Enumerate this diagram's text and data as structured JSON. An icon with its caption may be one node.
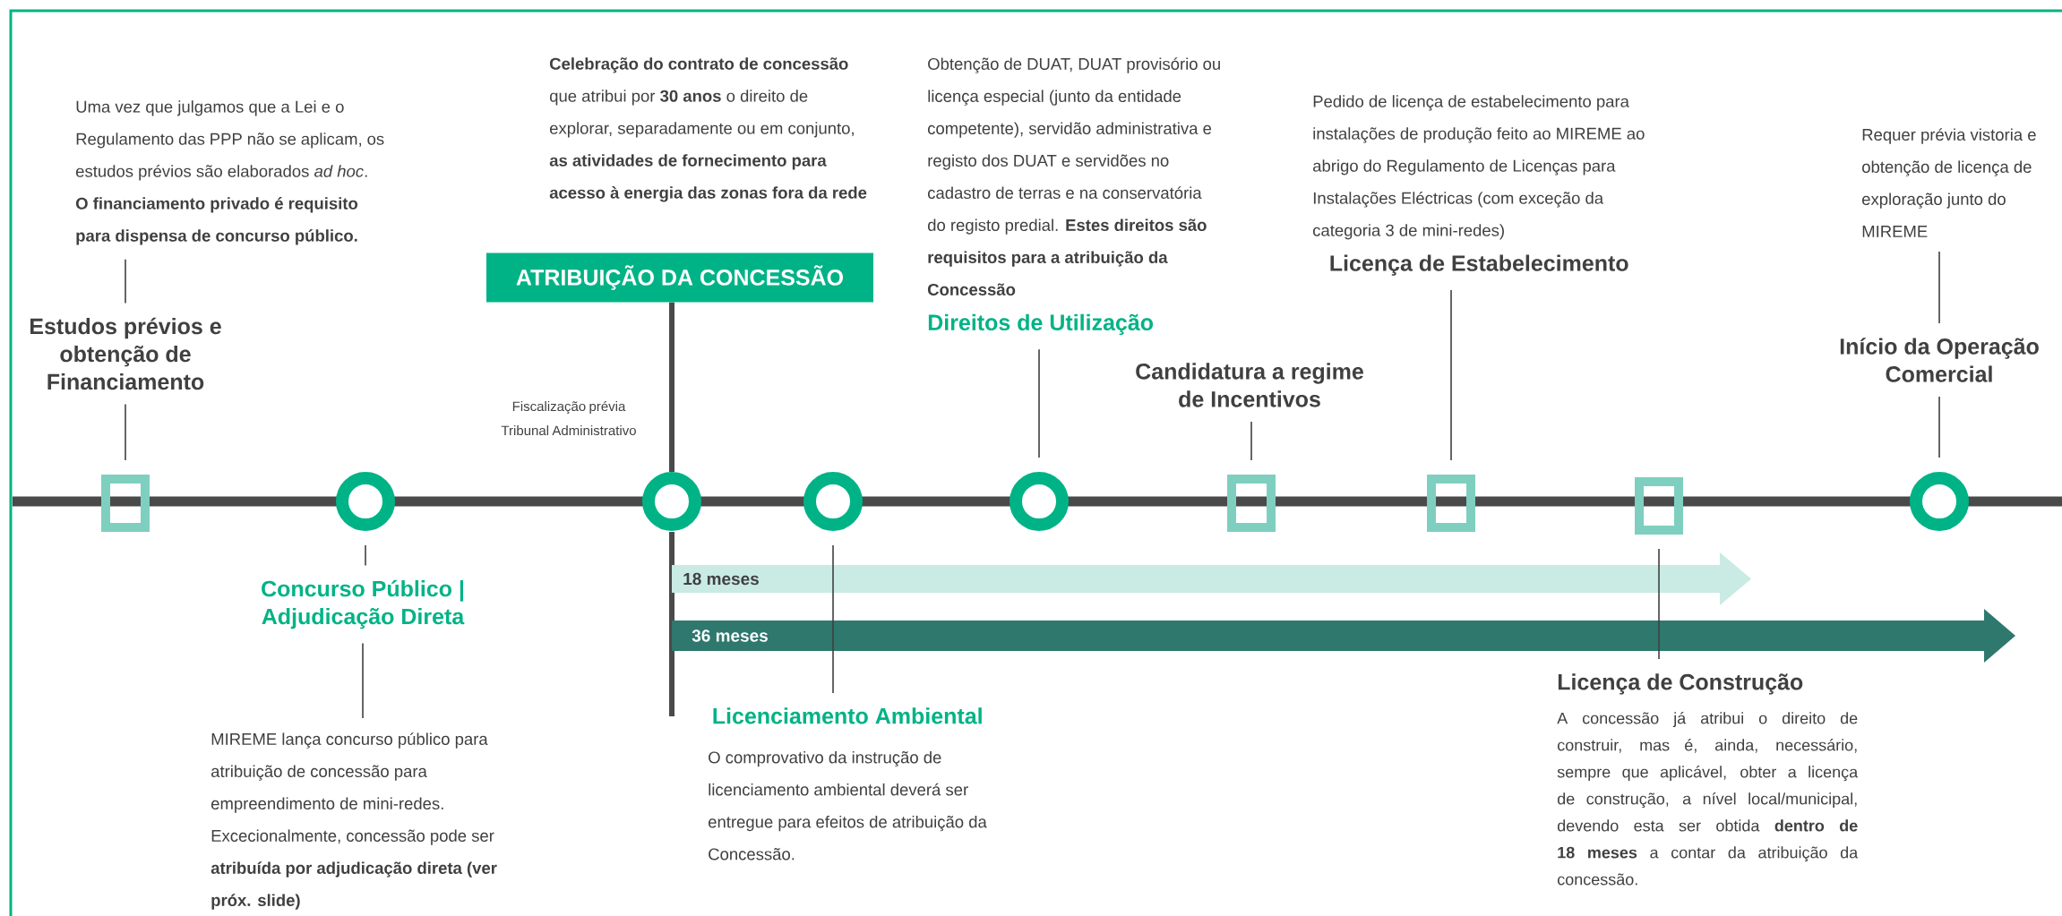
{
  "diagram": {
    "nodes": [
      {
        "text": [
          "Uma vez que julgamos que a Lei e o Regulamento das PPP não se aplicam, os estudos prévios são elaborados *ad hoc*. **O financiamento privado é requisito para dispensa de concurso público.**"
        ]
      },
      {
        "text": [
          "Estudos prévios e obtenção de Financiamento"
        ]
      },
      {
        "text": [],
        "shape": "box"
      },
      {
        "text": [],
        "shape": "circle"
      },
      {
        "text": [
          "Concurso Público | Adjudicação Direta"
        ]
      },
      {
        "text": [
          "MIREME lança concurso público para atribuição de concessão para empreendimento de mini-redes. Excecionalmente, concessão pode ser **atribuída por adjudicação direta (ver próx. slide)**"
        ]
      },
      {
        "text": [
          "ATRIBUIÇÃO DA CONCESSÃO"
        ],
        "beside": [
          "**Celebração do contrato de concessão** que atribui por **30 anos** o direito de explorar, separadamente ou em conjunto, **as atividades de fornecimento para acesso à energia das zonas fora da rede**"
        ]
      },
      {
        "text": [],
        "shape": "circle"
      },
      {
        "text": [],
        "shape": "circle"
      },
      {
        "text": [
          "Licenciamento Ambiental",
          "O comprovativo da instrução de licenciamento ambiental deverá ser entregue para efeitos de atribuição da Concessão."
        ]
      },
      {
        "text": [
          "Obtenção de DUAT, DUAT provisório ou licença especial (junto da entidade competente), servidão administrativa e registo dos DUAT e servidões no cadastro de terras e na conservatória do registo predial. **Estes direitos são requisitos para a atribuição da Concessão**",
          "Direitos de Utilização"
        ]
      },
      {
        "text": [],
        "shape": "circle"
      },
      {
        "text": [
          "Candidatura a regime de Incentivos"
        ]
      },
      {
        "text": [],
        "shape": "box"
      },
      {
        "text": [
          "Pedido de licença de estabelecimento para instalações de produção feito ao MIREME ao abrigo do Regulamento de Licenças para Instalações Eléctricas (com exceção da categoria 3 de mini-redes)",
          "Licença de Estabelecimento"
        ]
      },
      {
        "text": [],
        "shape": "box"
      },
      {
        "text": [],
        "shape": "box"
      },
      {
        "text": [
          "Licença de Construção",
          "A concessão já atribui o direito de construir, mas é, ainda, necessário, sempre que aplicável, obter a licença de construção, a nível local/municipal, devendo esta ser obtida **dentro de 18 meses** a contar da atribuição da concessão."
        ]
      },
      {
        "text": [
          "Requer prévia vistoria e obtenção de licença de exploração junto do MIREME"
        ]
      },
      {
        "text": [
          "Início da Operação Comercial"
        ]
      },
      {
        "text": [],
        "shape": "circle"
      },
      {
        "text": [
          "18 meses"
        ]
      },
      {
        "text": [
          "36 meses"
        ]
      }
    ],
    "edges": [
      {
        "from": 0,
        "to": 1,
        "arrow": "none"
      },
      {
        "from": 1,
        "to": 2,
        "arrow": "none"
      },
      {
        "from": 3,
        "to": 4,
        "arrow": "none"
      },
      {
        "from": 4,
        "to": 5,
        "arrow": "none"
      },
      {
        "from": 6,
        "to": 7,
        "arrow": "none",
        "style": "thick"
      },
      {
        "from": 8,
        "to": 9,
        "arrow": "none"
      },
      {
        "from": 10,
        "to": 11,
        "arrow": "none"
      },
      {
        "from": 12,
        "to": 13,
        "arrow": "none"
      },
      {
        "from": 14,
        "to": 15,
        "arrow": "none"
      },
      {
        "from": 16,
        "to": 17,
        "arrow": "none"
      },
      {
        "from": 18,
        "to": 19,
        "arrow": "none"
      },
      {
        "from": 19,
        "to": 20,
        "arrow": "none"
      }
    ],
    "labels": [
      "Fiscalização prévia Tribunal Administrativo"
    ]
  }
}
